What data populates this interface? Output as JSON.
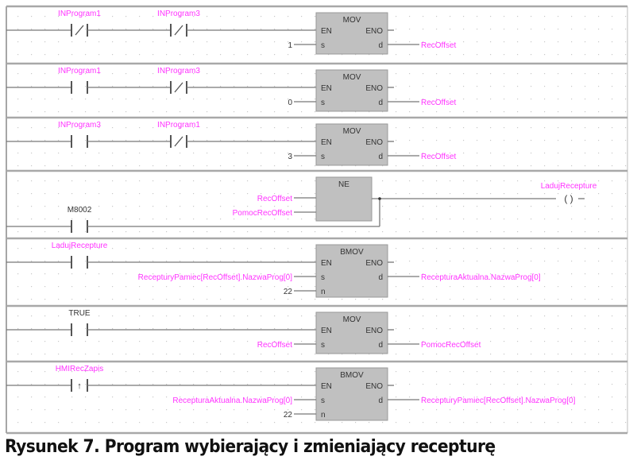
{
  "caption": "Rysunek 7. Program wybierający i zmieniający recepturę",
  "colors": {
    "variable": "#ff33ff",
    "wire": "#777777",
    "block_fill": "#c0c0c0",
    "rung_separator": "#a8a8a8",
    "grid_dot": "#c8c8c8",
    "text": "#333333"
  },
  "rungs": [
    {
      "contacts": [
        {
          "label": "INProgram1",
          "type": "normally-closed",
          "symbol": "|/|"
        },
        {
          "label": "INProgram3",
          "type": "normally-closed",
          "symbol": "|/|"
        }
      ],
      "block": {
        "name": "MOV",
        "pins_left": [
          "EN",
          "s"
        ],
        "pins_right": [
          "ENO",
          "d"
        ]
      },
      "inputs": [
        {
          "pin": "s",
          "value": "1",
          "is_variable": false
        }
      ],
      "outputs": [
        {
          "pin": "d",
          "value": "RecOffset"
        }
      ]
    },
    {
      "contacts": [
        {
          "label": "INProgram1",
          "type": "normally-open",
          "symbol": "| |"
        },
        {
          "label": "INProgram3",
          "type": "normally-closed",
          "symbol": "|/|"
        }
      ],
      "block": {
        "name": "MOV",
        "pins_left": [
          "EN",
          "s"
        ],
        "pins_right": [
          "ENO",
          "d"
        ]
      },
      "inputs": [
        {
          "pin": "s",
          "value": "0",
          "is_variable": false
        }
      ],
      "outputs": [
        {
          "pin": "d",
          "value": "RecOffset"
        }
      ]
    },
    {
      "contacts": [
        {
          "label": "INProgram3",
          "type": "normally-open",
          "symbol": "| |"
        },
        {
          "label": "INProgram1",
          "type": "normally-closed",
          "symbol": "|/|"
        }
      ],
      "block": {
        "name": "MOV",
        "pins_left": [
          "EN",
          "s"
        ],
        "pins_right": [
          "ENO",
          "d"
        ]
      },
      "inputs": [
        {
          "pin": "s",
          "value": "3",
          "is_variable": false
        }
      ],
      "outputs": [
        {
          "pin": "d",
          "value": "RecOffset"
        }
      ]
    },
    {
      "contacts": [
        {
          "label": "M8002",
          "type": "normally-open",
          "symbol": "| |",
          "is_variable": false
        }
      ],
      "block": {
        "name": "NE",
        "pins_left": [],
        "pins_right": []
      },
      "inputs": [
        {
          "pin": "1",
          "value": "RecOffset",
          "is_variable": true
        },
        {
          "pin": "2",
          "value": "PomocRecOffset",
          "is_variable": true
        }
      ],
      "coil": {
        "label": "LadujRecepture",
        "symbol": "( )"
      }
    },
    {
      "contacts": [
        {
          "label": "LadujRecepture",
          "type": "normally-open",
          "symbol": "| |"
        }
      ],
      "block": {
        "name": "BMOV",
        "pins_left": [
          "EN",
          "s",
          "n"
        ],
        "pins_right": [
          "ENO",
          "d"
        ]
      },
      "inputs": [
        {
          "pin": "s",
          "value": "RecepturyPamiec[RecOffset].NazwaProg[0]",
          "is_variable": true
        },
        {
          "pin": "n",
          "value": "22",
          "is_variable": false
        }
      ],
      "outputs": [
        {
          "pin": "d",
          "value": "RecepturaAktualna.NazwaProg[0]"
        }
      ]
    },
    {
      "contacts": [
        {
          "label": "TRUE",
          "type": "normally-open",
          "symbol": "| |",
          "is_variable": false
        }
      ],
      "block": {
        "name": "MOV",
        "pins_left": [
          "EN",
          "s"
        ],
        "pins_right": [
          "ENO",
          "d"
        ]
      },
      "inputs": [
        {
          "pin": "s",
          "value": "RecOffset",
          "is_variable": true
        }
      ],
      "outputs": [
        {
          "pin": "d",
          "value": "PomocRecOffset"
        }
      ]
    },
    {
      "contacts": [
        {
          "label": "HMIRecZapis",
          "type": "rising-edge",
          "symbol": "|↑|"
        }
      ],
      "block": {
        "name": "BMOV",
        "pins_left": [
          "EN",
          "s",
          "n"
        ],
        "pins_right": [
          "ENO",
          "d"
        ]
      },
      "inputs": [
        {
          "pin": "s",
          "value": "RecepturaAktualna.NazwaProg[0]",
          "is_variable": true
        },
        {
          "pin": "n",
          "value": "22",
          "is_variable": false
        }
      ],
      "outputs": [
        {
          "pin": "d",
          "value": "RecepturyPamiec[RecOffset].NazwaProg[0]"
        }
      ]
    }
  ]
}
